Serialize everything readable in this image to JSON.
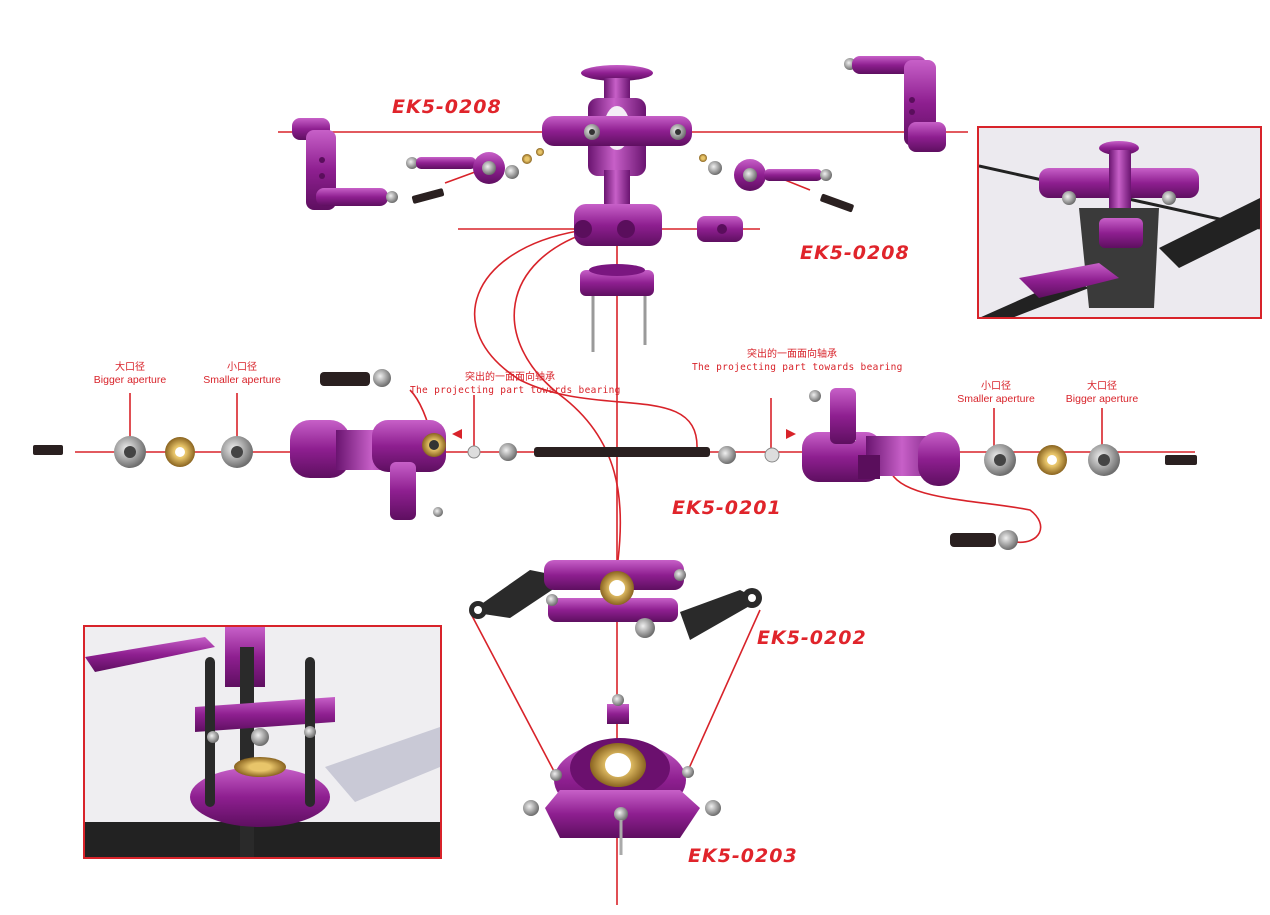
{
  "part_codes": {
    "head_top": "EK5-0208",
    "head_block": "EK5-0208",
    "blade_grips": "EK5-0201",
    "washout": "EK5-0202",
    "swashplate": "EK5-0203"
  },
  "annotations": {
    "bigger_left": {
      "zh": "大口径",
      "en": "Bigger aperture"
    },
    "smaller_left": {
      "zh": "小口径",
      "en": "Smaller aperture"
    },
    "projecting_left": {
      "zh": "突出的一面面向轴承",
      "en": "The projecting part towards bearing"
    },
    "projecting_right": {
      "zh": "突出的一面面向轴承",
      "en": "The projecting part towards bearing"
    },
    "smaller_right": {
      "zh": "小口径",
      "en": "Smaller aperture"
    },
    "bigger_right": {
      "zh": "大口径",
      "en": "Bigger aperture"
    }
  },
  "colors": {
    "part_purple": "#8e1f90",
    "part_highlight": "#c760c8",
    "leader_red": "#d8232a",
    "text_red": "#e0242b",
    "steel": "#9a9a9a",
    "bearing_brass": "#b8913a",
    "bolt_dark": "#2a2020"
  }
}
